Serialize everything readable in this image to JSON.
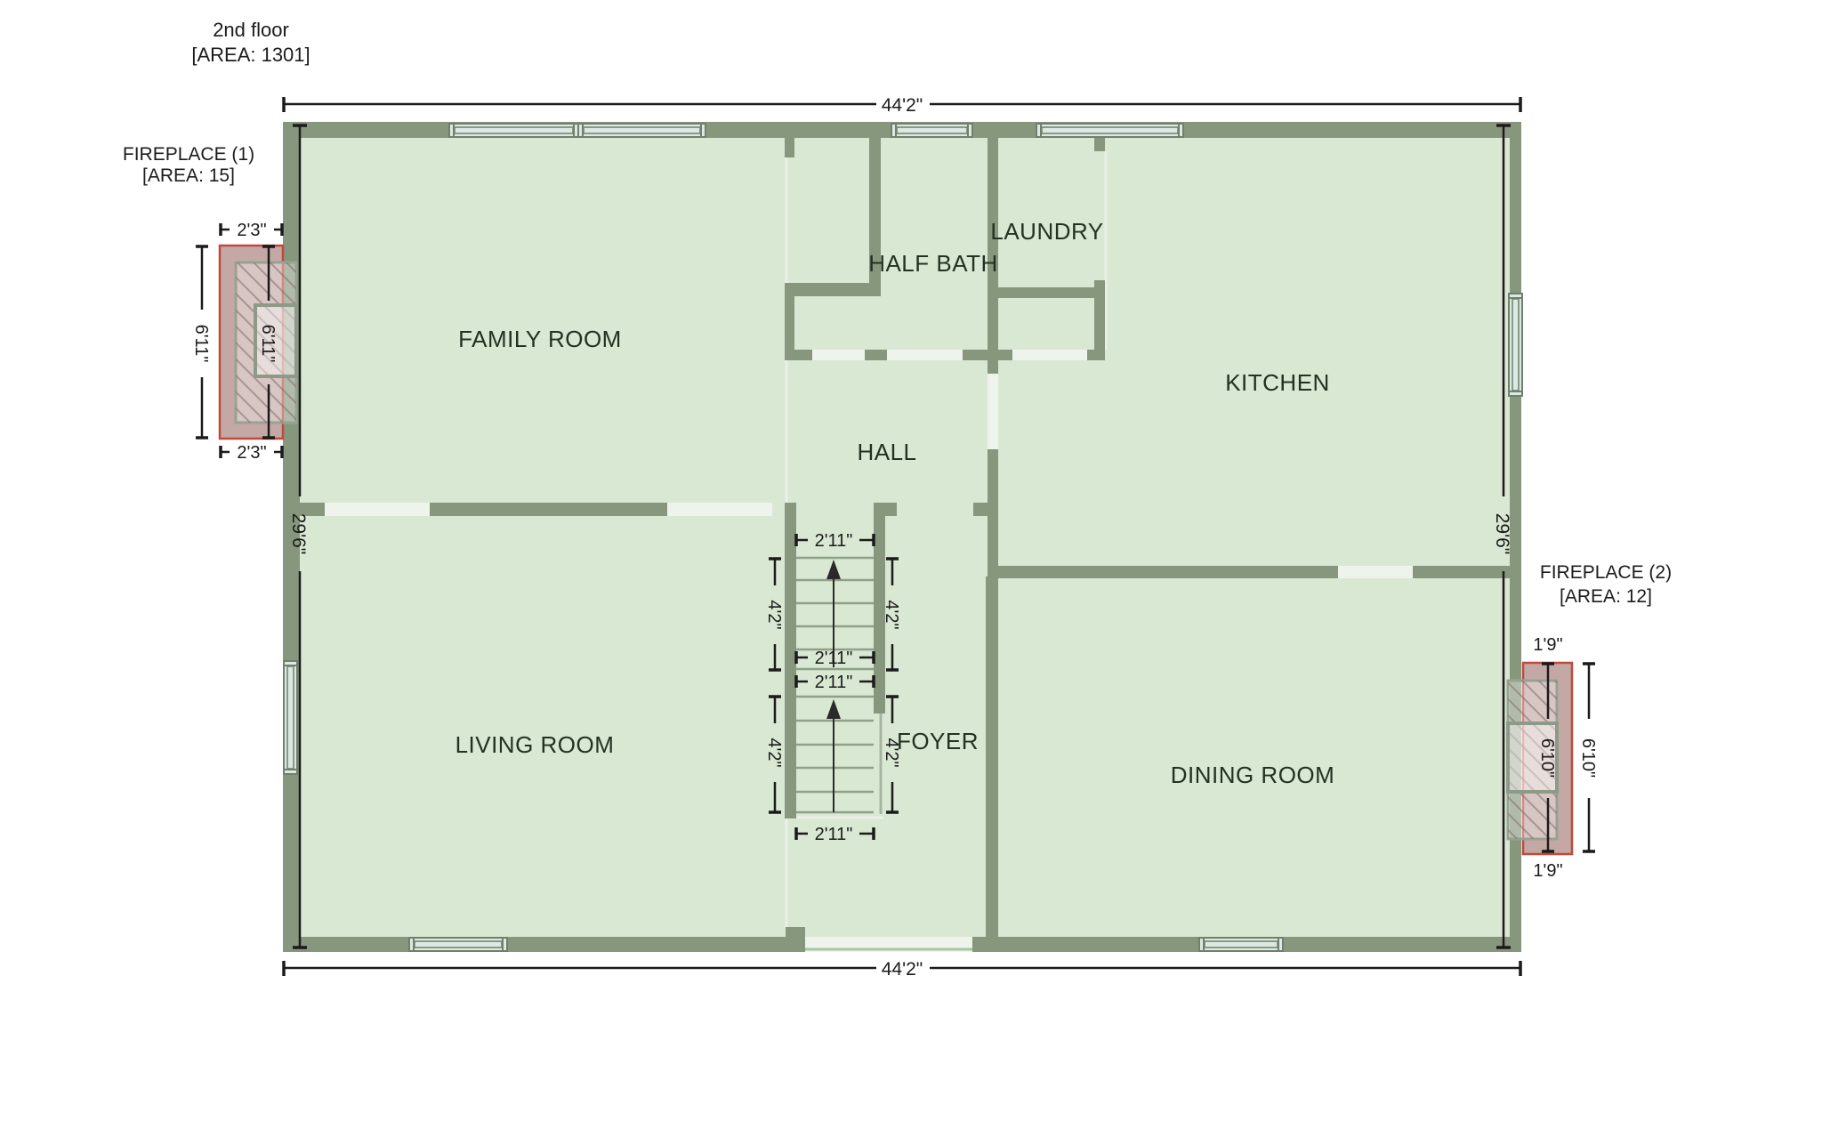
{
  "title": {
    "line1": "2nd floor",
    "line2": "[AREA: 1301]"
  },
  "fireplace1": {
    "title": "FIREPLACE (1)",
    "area": "[AREA: 15]",
    "width": "2'3\"",
    "height": "6'11\""
  },
  "fireplace2": {
    "title": "FIREPLACE (2)",
    "area": "[AREA: 12]",
    "width": "1'9\"",
    "height": "6'10\""
  },
  "rooms": {
    "family_room": "FAMILY ROOM",
    "half_bath": "HALF BATH",
    "laundry": "LAUNDRY",
    "kitchen": "KITCHEN",
    "hall": "HALL",
    "living_room": "LIVING ROOM",
    "foyer": "FOYER",
    "dining_room": "DINING ROOM"
  },
  "dimensions": {
    "overall_width": "44'2\"",
    "overall_depth": "29'6\"",
    "stair_width": "2'11\"",
    "stair_run": "4'2\""
  },
  "colors": {
    "wall": "#87977e",
    "floor": "#d9e8d3",
    "door_gap": "#eef3ec",
    "window": "#dce8e2",
    "window_frame": "#6f806c",
    "fireplace_border": "#bf4a3c",
    "dimension": "#1b1b1b"
  }
}
